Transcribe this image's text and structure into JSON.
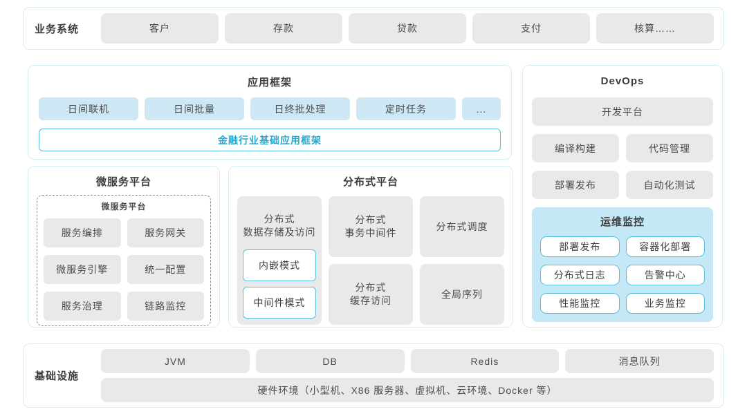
{
  "colors": {
    "panel_border": "#d7eef7",
    "gray_box": "#e9e9e9",
    "blue_box": "#cde7f5",
    "monitor_bg": "#c5e8f7",
    "cyan_border": "#57bedd",
    "accent_text": "#2ba9cf",
    "text": "#4a4a4a"
  },
  "business": {
    "label": "业务系统",
    "items": [
      "客户",
      "存款",
      "贷款",
      "支付",
      "核算……"
    ]
  },
  "app_framework": {
    "title": "应用框架",
    "items": [
      "日间联机",
      "日间批量",
      "日终批处理",
      "定时任务",
      "..."
    ],
    "base": "金融行业基础应用框架"
  },
  "devops": {
    "title": "DevOps",
    "platform": "开发平台",
    "items": [
      "编译构建",
      "代码管理",
      "部署发布",
      "自动化测试"
    ],
    "monitor": {
      "title": "运维监控",
      "items": [
        "部署发布",
        "容器化部署",
        "分布式日志",
        "告警中心",
        "性能监控",
        "业务监控"
      ]
    }
  },
  "microservice": {
    "title": "微服务平台",
    "inner_title": "微服务平台",
    "items": [
      "服务编排",
      "服务网关",
      "微服务引擎",
      "统一配置",
      "服务治理",
      "链路监控"
    ]
  },
  "distributed": {
    "title": "分布式平台",
    "storage": {
      "label": "分布式\n数据存储及访问",
      "modes": [
        "内嵌模式",
        "中间件模式"
      ]
    },
    "cells": [
      "分布式\n事务中间件",
      "分布式调度",
      "分布式\n缓存访问",
      "全局序列"
    ]
  },
  "infrastructure": {
    "label": "基础设施",
    "items": [
      "JVM",
      "DB",
      "Redis",
      "消息队列"
    ],
    "hardware": "硬件环境（小型机、X86 服务器、虚拟机、云环境、Docker 等）"
  }
}
